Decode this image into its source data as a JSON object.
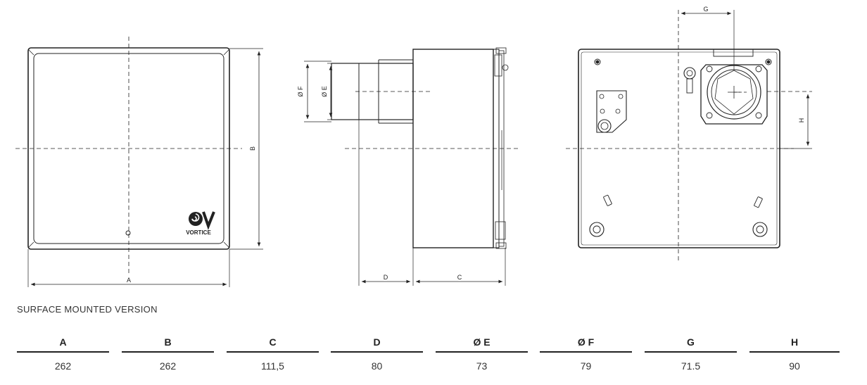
{
  "drawing": {
    "brand": "VORTICE",
    "dim_labels": {
      "a": "A",
      "b": "B",
      "c": "C",
      "d": "D",
      "e": "Ø E",
      "f": "Ø F",
      "g": "G",
      "h": "H"
    }
  },
  "caption": "SURFACE MOUNTED VERSION",
  "table": {
    "headers": [
      "A",
      "B",
      "C",
      "D",
      "Ø E",
      "Ø F",
      "G",
      "H"
    ],
    "values": [
      "262",
      "262",
      "111,5",
      "80",
      "73",
      "79",
      "71.5",
      "90"
    ]
  }
}
